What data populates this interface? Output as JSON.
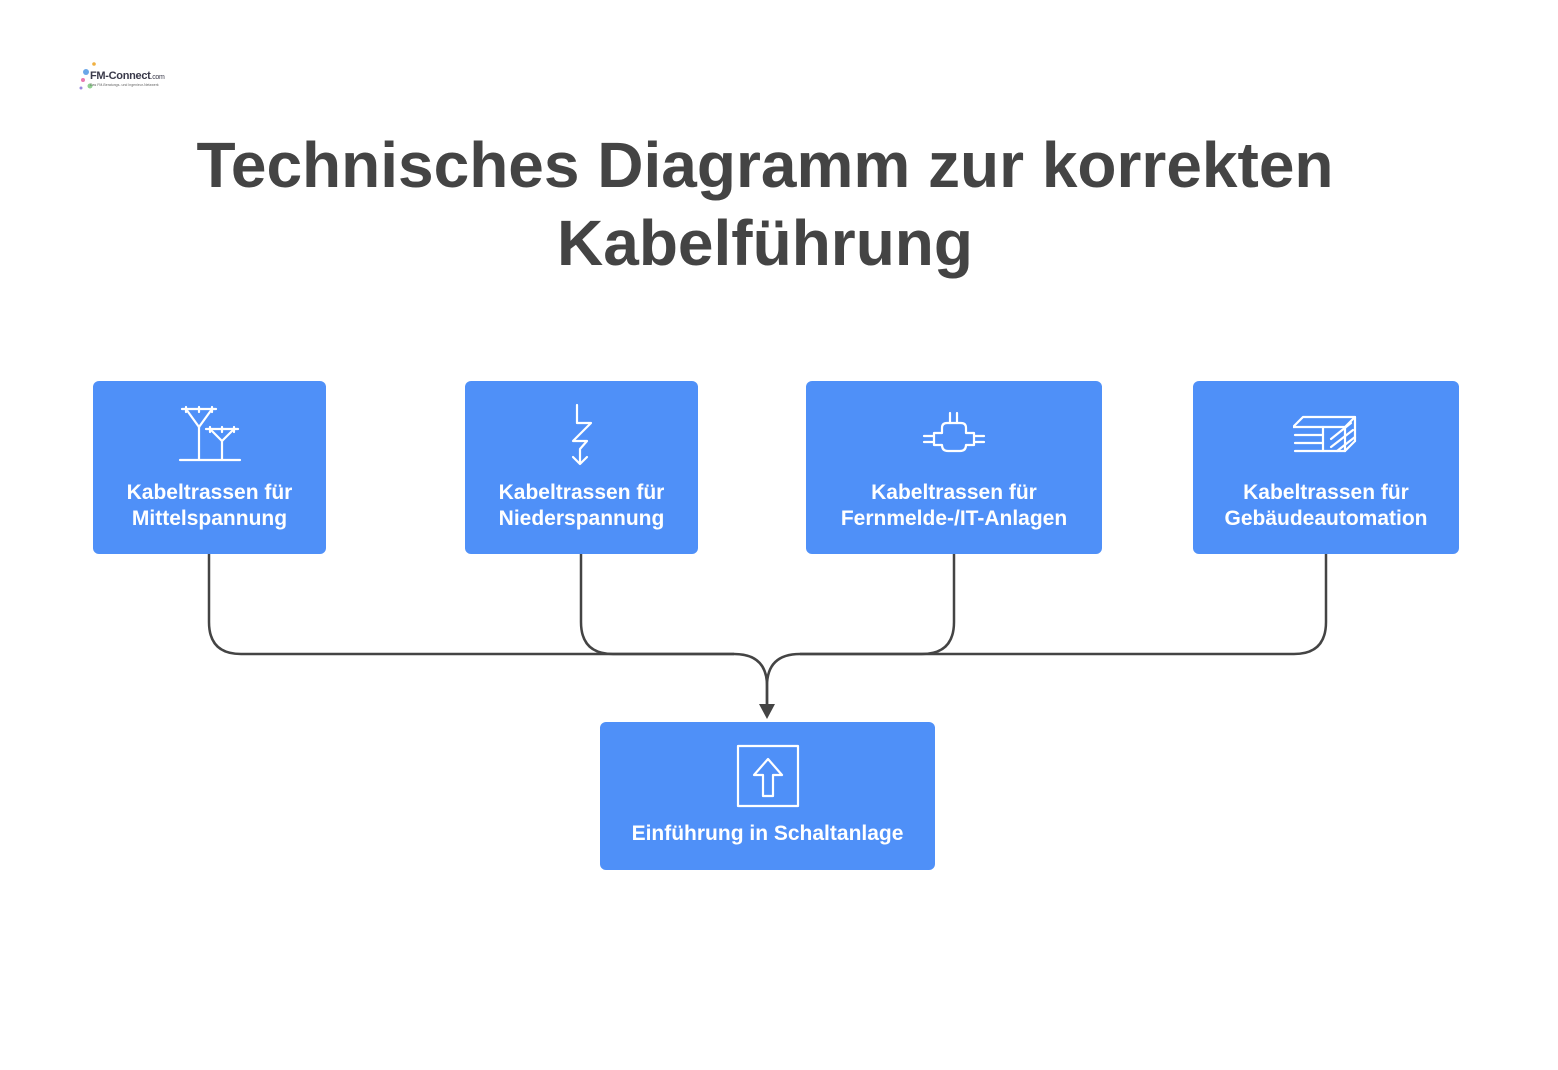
{
  "logo": {
    "text": "FM-Connect",
    "suffix": ".com",
    "tagline": "Das FM-Beratungs- und Ingenieur-Netzwerk"
  },
  "title": {
    "line1": "Technisches Diagramm zur korrekten",
    "line2": "Kabelführung"
  },
  "nodes": [
    {
      "id": "b1",
      "icon": "power-pylon-icon",
      "line1": "Kabeltrassen für",
      "line2": "Mittelspannung"
    },
    {
      "id": "b2",
      "icon": "lightning-bolt-icon",
      "line1": "Kabeltrassen für",
      "line2": "Niederspannung"
    },
    {
      "id": "b3",
      "icon": "network-junction-icon",
      "line1": "Kabeltrassen für",
      "line2": "Fernmelde-/IT-Anlagen"
    },
    {
      "id": "b4",
      "icon": "stacked-layers-icon",
      "line1": "Kabeltrassen für",
      "line2": "Gebäudeautomation"
    },
    {
      "id": "b5",
      "icon": "upload-arrow-icon",
      "line1": "Einführung in Schaltanlage"
    }
  ],
  "colors": {
    "box": "#4f90f8",
    "title": "#444444",
    "connector": "#444444"
  }
}
